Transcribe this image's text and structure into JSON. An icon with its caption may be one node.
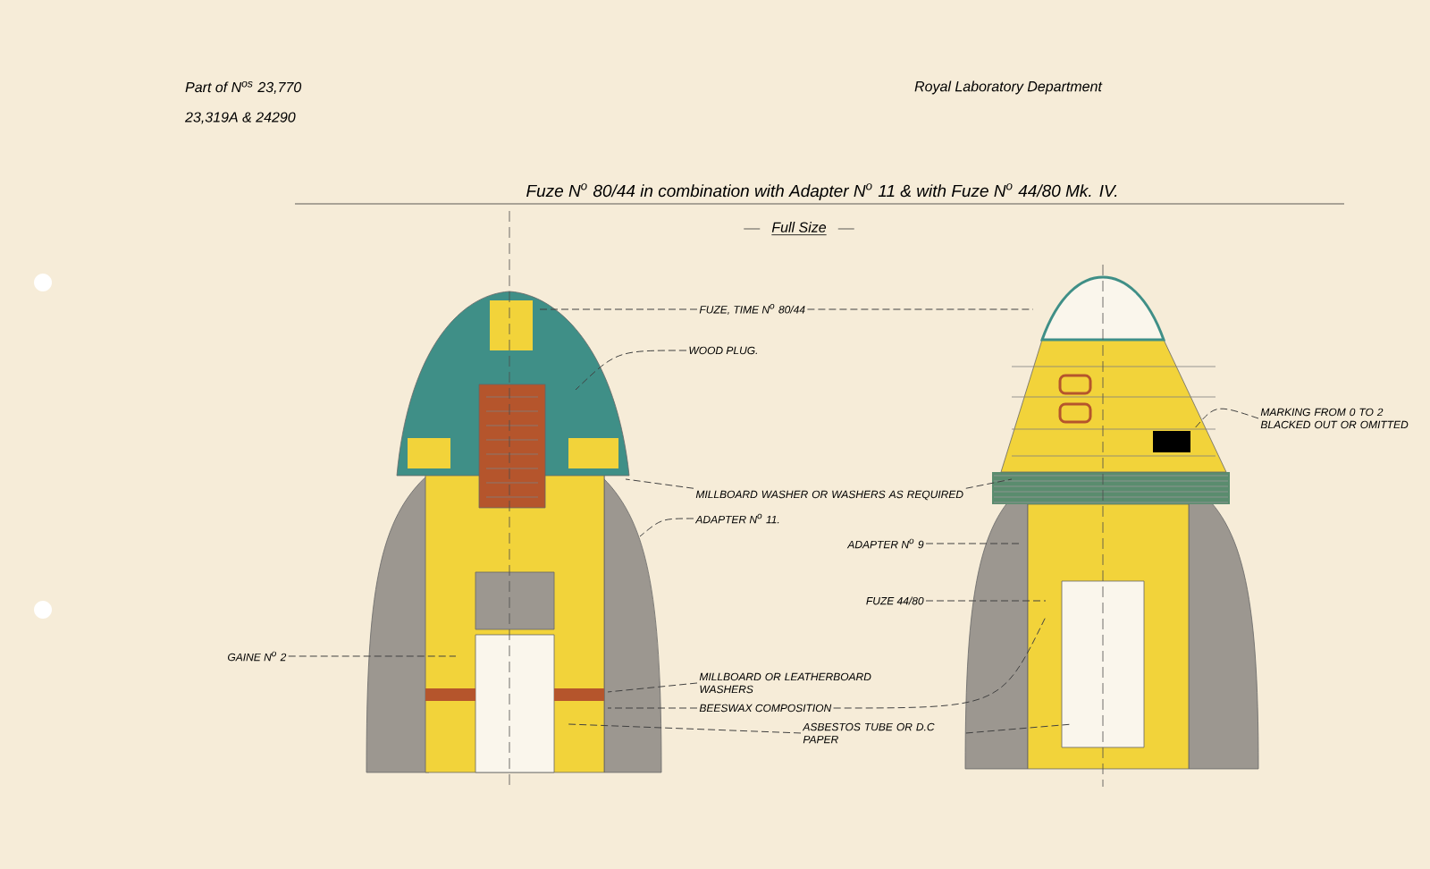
{
  "diagram": {
    "title": "Fuze N$^{o}$ 80/44 in combination with Adapter N$^{o}$ 11 & with Fuze N$^{o}$ 44/80 Mk. IV.",
    "nodes": [
      {
        "text": [
          "FUZE, TIME N$^{o}$ 80/44"
        ]
      },
      {
        "text": [
          "WOOD PLUG."
        ]
      },
      {
        "text": [
          "MILLBOARD WASHER OR WASHERS AS REQUIRED"
        ]
      },
      {
        "text": [
          "ADAPTER N$^{o}$ 11."
        ]
      },
      {
        "text": [
          "ADAPTER N$^{o}$ 9"
        ]
      },
      {
        "text": [
          "FUZE 44/80"
        ]
      },
      {
        "text": [
          "MILLBOARD OR LEATHERBOARD WASHERS"
        ]
      },
      {
        "text": [
          "BEESWAX COMPOSITION"
        ]
      },
      {
        "text": [
          "ASBESTOS TUBE OR D.C PAPER"
        ]
      },
      {
        "text": [
          "MARKING FROM 0 TO 2 BLACKED OUT OR OMITTED"
        ]
      },
      {
        "text": [
          "GAINE N$^{o}$ 2"
        ]
      }
    ],
    "edges": [
      {
        "from": 0,
        "to": null,
        "arrow": "none"
      },
      {
        "from": 0,
        "to": null,
        "arrow": "none"
      },
      {
        "from": 1,
        "to": null,
        "arrow": "none"
      },
      {
        "from": 2,
        "to": null,
        "arrow": "none"
      },
      {
        "from": 2,
        "to": null,
        "arrow": "none"
      },
      {
        "from": 3,
        "to": null,
        "arrow": "none"
      },
      {
        "from": 4,
        "to": null,
        "arrow": "none"
      },
      {
        "from": 5,
        "to": null,
        "arrow": "none"
      },
      {
        "from": 6,
        "to": null,
        "arrow": "none"
      },
      {
        "from": 7,
        "to": null,
        "arrow": "none"
      },
      {
        "from": 7,
        "to": null,
        "arrow": "none"
      },
      {
        "from": 8,
        "to": null,
        "arrow": "none"
      },
      {
        "from": 8,
        "to": null,
        "arrow": "none"
      },
      {
        "from": 9,
        "to": null,
        "arrow": "none"
      },
      {
        "from": 10,
        "to": null,
        "arrow": "none"
      }
    ],
    "labels": [
      "Part of N$^{os}$ 23,770",
      "23,319A & 24290",
      "Royal Laboratory Department",
      "Full Size"
    ]
  }
}
